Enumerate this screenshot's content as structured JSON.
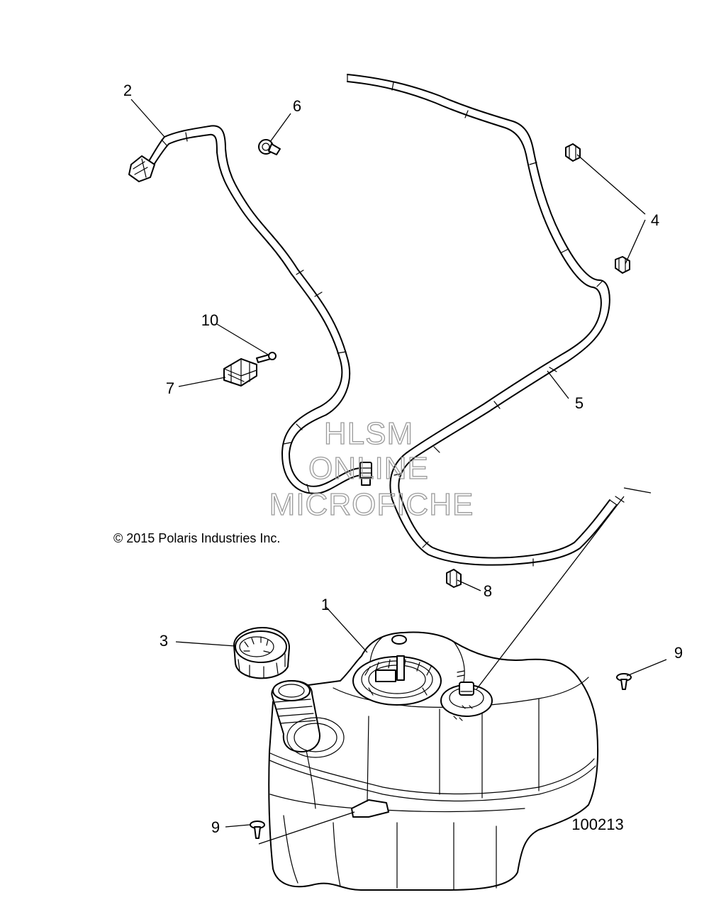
{
  "callouts": {
    "c1": "1",
    "c2": "2",
    "c3": "3",
    "c4": "4",
    "c5": "5",
    "c6": "6",
    "c7": "7",
    "c8": "8",
    "c9a": "9",
    "c9b": "9",
    "c10": "10"
  },
  "copyright": "© 2015 Polaris Industries Inc.",
  "reference_number": "100213",
  "watermark": {
    "line1": "HLSM",
    "line2": "ONLINE",
    "line3": "MICROFICHE"
  },
  "colors": {
    "line": "#000000",
    "watermark": "#9a9a9a",
    "background": "#ffffff"
  }
}
